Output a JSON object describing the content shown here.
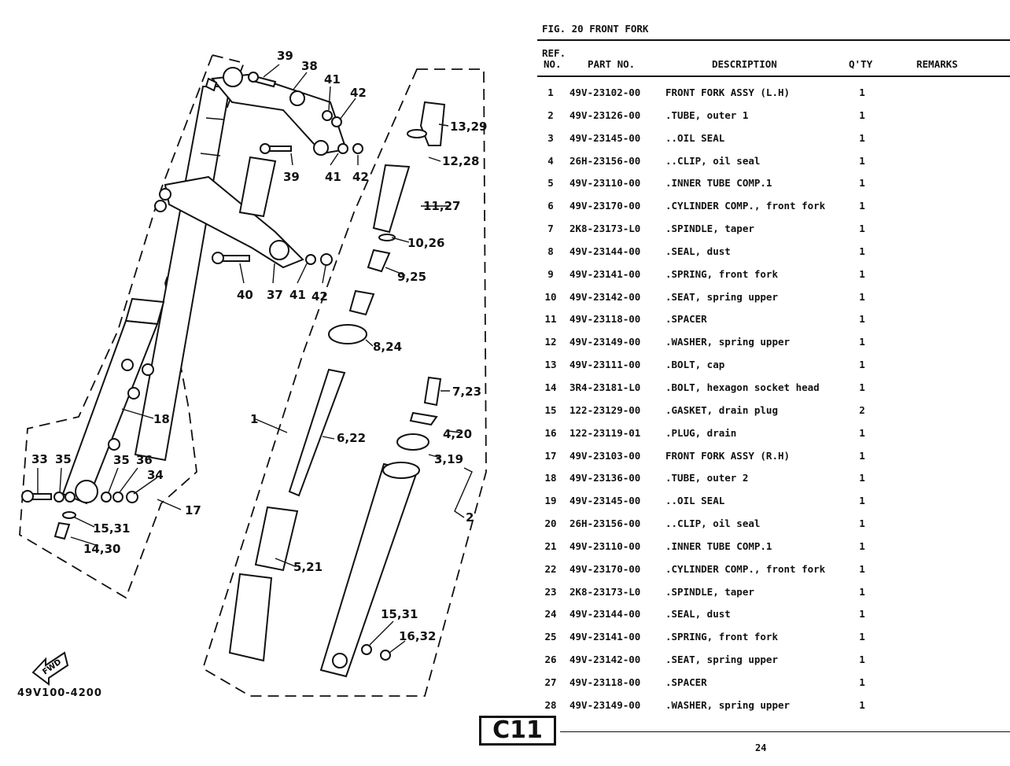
{
  "figure": {
    "title": "FIG. 20  FRONT FORK",
    "diagram_code": "49V100-4200",
    "fwd_label": "FWD",
    "section_badge": "C11",
    "page_number": "24"
  },
  "table": {
    "headers": {
      "ref_line1": "REF.",
      "ref_line2": "NO.",
      "part_no": "PART NO.",
      "description": "DESCRIPTION",
      "qty": "Q'TY",
      "remarks": "REMARKS"
    },
    "rows": [
      {
        "ref": "1",
        "part_no": "49V-23102-00",
        "description": "FRONT FORK ASSY (L.H)",
        "qty": "1",
        "remarks": ""
      },
      {
        "ref": "2",
        "part_no": "49V-23126-00",
        "description": ".TUBE, outer 1",
        "qty": "1",
        "remarks": ""
      },
      {
        "ref": "3",
        "part_no": "49V-23145-00",
        "description": "..OIL SEAL",
        "qty": "1",
        "remarks": ""
      },
      {
        "ref": "4",
        "part_no": "26H-23156-00",
        "description": "..CLIP, oil seal",
        "qty": "1",
        "remarks": ""
      },
      {
        "ref": "5",
        "part_no": "49V-23110-00",
        "description": ".INNER TUBE COMP.1",
        "qty": "1",
        "remarks": ""
      },
      {
        "ref": "6",
        "part_no": "49V-23170-00",
        "description": ".CYLINDER COMP., front fork",
        "qty": "1",
        "remarks": ""
      },
      {
        "ref": "7",
        "part_no": "2K8-23173-L0",
        "description": ".SPINDLE, taper",
        "qty": "1",
        "remarks": ""
      },
      {
        "ref": "8",
        "part_no": "49V-23144-00",
        "description": ".SEAL, dust",
        "qty": "1",
        "remarks": ""
      },
      {
        "ref": "9",
        "part_no": "49V-23141-00",
        "description": ".SPRING, front fork",
        "qty": "1",
        "remarks": ""
      },
      {
        "ref": "10",
        "part_no": "49V-23142-00",
        "description": ".SEAT, spring upper",
        "qty": "1",
        "remarks": ""
      },
      {
        "ref": "11",
        "part_no": "49V-23118-00",
        "description": ".SPACER",
        "qty": "1",
        "remarks": ""
      },
      {
        "ref": "12",
        "part_no": "49V-23149-00",
        "description": ".WASHER, spring upper",
        "qty": "1",
        "remarks": ""
      },
      {
        "ref": "13",
        "part_no": "49V-23111-00",
        "description": ".BOLT, cap",
        "qty": "1",
        "remarks": ""
      },
      {
        "ref": "14",
        "part_no": "3R4-23181-L0",
        "description": ".BOLT, hexagon socket head",
        "qty": "1",
        "remarks": ""
      },
      {
        "ref": "15",
        "part_no": "122-23129-00",
        "description": ".GASKET, drain plug",
        "qty": "2",
        "remarks": ""
      },
      {
        "ref": "16",
        "part_no": "122-23119-01",
        "description": ".PLUG, drain",
        "qty": "1",
        "remarks": ""
      },
      {
        "ref": "17",
        "part_no": "49V-23103-00",
        "description": "FRONT FORK ASSY (R.H)",
        "qty": "1",
        "remarks": ""
      },
      {
        "ref": "18",
        "part_no": "49V-23136-00",
        "description": ".TUBE, outer 2",
        "qty": "1",
        "remarks": ""
      },
      {
        "ref": "19",
        "part_no": "49V-23145-00",
        "description": "..OIL SEAL",
        "qty": "1",
        "remarks": ""
      },
      {
        "ref": "20",
        "part_no": "26H-23156-00",
        "description": "..CLIP, oil seal",
        "qty": "1",
        "remarks": ""
      },
      {
        "ref": "21",
        "part_no": "49V-23110-00",
        "description": ".INNER TUBE COMP.1",
        "qty": "1",
        "remarks": ""
      },
      {
        "ref": "22",
        "part_no": "49V-23170-00",
        "description": ".CYLINDER COMP., front fork",
        "qty": "1",
        "remarks": ""
      },
      {
        "ref": "23",
        "part_no": "2K8-23173-L0",
        "description": ".SPINDLE, taper",
        "qty": "1",
        "remarks": ""
      },
      {
        "ref": "24",
        "part_no": "49V-23144-00",
        "description": ".SEAL, dust",
        "qty": "1",
        "remarks": ""
      },
      {
        "ref": "25",
        "part_no": "49V-23141-00",
        "description": ".SPRING, front fork",
        "qty": "1",
        "remarks": ""
      },
      {
        "ref": "26",
        "part_no": "49V-23142-00",
        "description": ".SEAT, spring upper",
        "qty": "1",
        "remarks": ""
      },
      {
        "ref": "27",
        "part_no": "49V-23118-00",
        "description": ".SPACER",
        "qty": "1",
        "remarks": ""
      },
      {
        "ref": "28",
        "part_no": "49V-23149-00",
        "description": ".WASHER, spring upper",
        "qty": "1",
        "remarks": ""
      }
    ]
  },
  "callouts": [
    {
      "id": "c39a",
      "text": "39"
    },
    {
      "id": "c38",
      "text": "38"
    },
    {
      "id": "c41a",
      "text": "41"
    },
    {
      "id": "c42a",
      "text": "42"
    },
    {
      "id": "c39b",
      "text": "39"
    },
    {
      "id": "c41b",
      "text": "41"
    },
    {
      "id": "c42b",
      "text": "42"
    },
    {
      "id": "c40",
      "text": "40"
    },
    {
      "id": "c37",
      "text": "37"
    },
    {
      "id": "c41c",
      "text": "41"
    },
    {
      "id": "c42c",
      "text": "42"
    },
    {
      "id": "c1329",
      "text": "13,29"
    },
    {
      "id": "c1228",
      "text": "12,28"
    },
    {
      "id": "c1127",
      "text": "11,27"
    },
    {
      "id": "c1026",
      "text": "10,26"
    },
    {
      "id": "c925",
      "text": "9,25"
    },
    {
      "id": "c824",
      "text": "8,24"
    },
    {
      "id": "c723",
      "text": "7,23"
    },
    {
      "id": "c420",
      "text": "4,20"
    },
    {
      "id": "c319",
      "text": "3,19"
    },
    {
      "id": "c2",
      "text": "2"
    },
    {
      "id": "c1",
      "text": "1"
    },
    {
      "id": "c622",
      "text": "6,22"
    },
    {
      "id": "c521",
      "text": "5,21"
    },
    {
      "id": "c1531b",
      "text": "15,31"
    },
    {
      "id": "c1632",
      "text": "16,32"
    },
    {
      "id": "c18",
      "text": "18"
    },
    {
      "id": "c17",
      "text": "17"
    },
    {
      "id": "c33",
      "text": "33"
    },
    {
      "id": "c35a",
      "text": "35"
    },
    {
      "id": "c35b",
      "text": "35"
    },
    {
      "id": "c36",
      "text": "36"
    },
    {
      "id": "c34",
      "text": "34"
    },
    {
      "id": "c1531a",
      "text": "15,31"
    },
    {
      "id": "c1430",
      "text": "14,30"
    }
  ]
}
